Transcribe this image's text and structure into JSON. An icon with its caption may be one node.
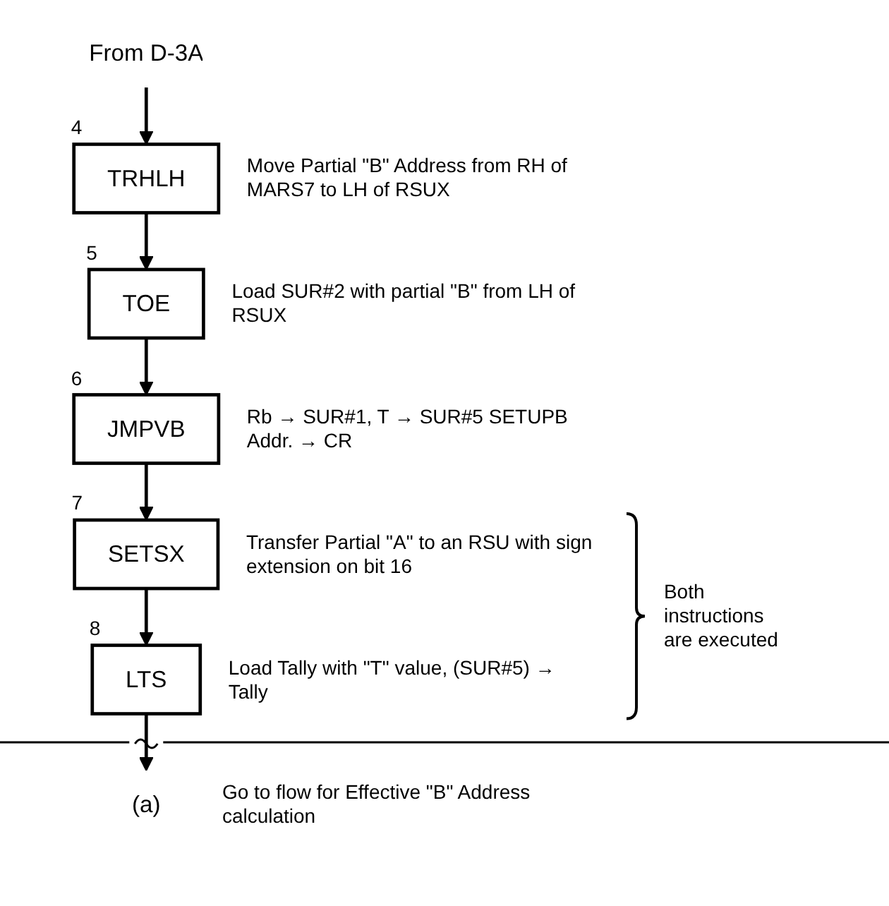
{
  "diagram": {
    "nodes": [
      {
        "text": [
          "From D-3A"
        ]
      },
      {
        "text": [
          "TRHLH"
        ],
        "beside": [
          "4",
          "Move Partial \"B\" Address from RH of MARS7 to LH of RSUX"
        ]
      },
      {
        "text": [
          "TOE"
        ],
        "beside": [
          "5",
          "Load SUR#2 with partial \"B\" from LH of RSUX"
        ]
      },
      {
        "text": [
          "JMPVB"
        ],
        "beside": [
          "6",
          "Rb → SUR#1, T → SUR#5 SETUPB Addr. → CR"
        ]
      },
      {
        "text": [
          "SETSX"
        ],
        "beside": [
          "7",
          "Transfer Partial \"A\" to an RSU with sign extension on bit 16"
        ]
      },
      {
        "text": [
          "LTS"
        ],
        "beside": [
          "8",
          "Load Tally with \"T\" value, (SUR#5) → Tally"
        ]
      },
      {
        "text": [
          "(a)"
        ],
        "beside": [
          "Go to flow for Effective \"B\" Address calculation"
        ]
      }
    ],
    "edges": [
      {
        "from": 0,
        "to": 1,
        "arrow": "to"
      },
      {
        "from": 1,
        "to": 2,
        "arrow": "to"
      },
      {
        "from": 2,
        "to": 3,
        "arrow": "to"
      },
      {
        "from": 3,
        "to": 4,
        "arrow": "to"
      },
      {
        "from": 4,
        "to": 5,
        "arrow": "to"
      },
      {
        "from": 5,
        "to": 6,
        "arrow": "to"
      }
    ],
    "labels": [
      "Both instructions are executed"
    ]
  }
}
